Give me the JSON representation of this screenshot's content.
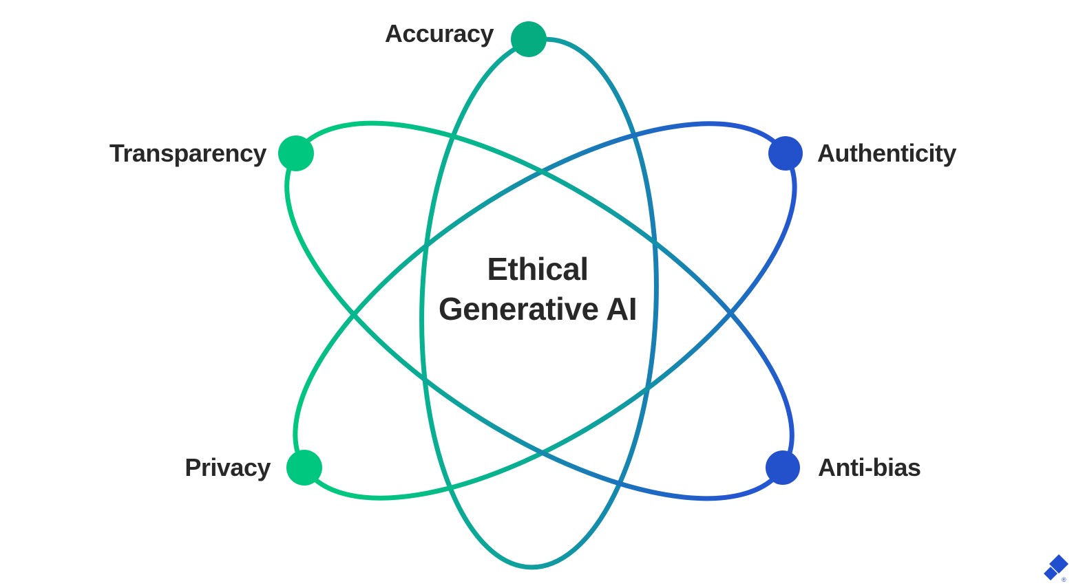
{
  "figure": {
    "center_title": {
      "line1": "Ethical",
      "line2": "Generative AI"
    },
    "nodes": [
      {
        "id": "accuracy",
        "label": "Accuracy",
        "color": "#04AC80"
      },
      {
        "id": "transparency",
        "label": "Transparency",
        "color": "#00C77F"
      },
      {
        "id": "authenticity",
        "label": "Authenticity",
        "color": "#2351CC"
      },
      {
        "id": "privacy",
        "label": "Privacy",
        "color": "#00C77F"
      },
      {
        "id": "anti_bias",
        "label": "Anti-bias",
        "color": "#2351CC"
      }
    ],
    "gradient": {
      "start": "#00C77F",
      "mid": "#0F9F9E",
      "end": "#2456CF"
    },
    "text_color": "#282828",
    "background": "#FFFFFF"
  },
  "branding": {
    "logo": "toptal-logo-mark",
    "logo_color": "#204ECF",
    "registered_mark": "®"
  }
}
